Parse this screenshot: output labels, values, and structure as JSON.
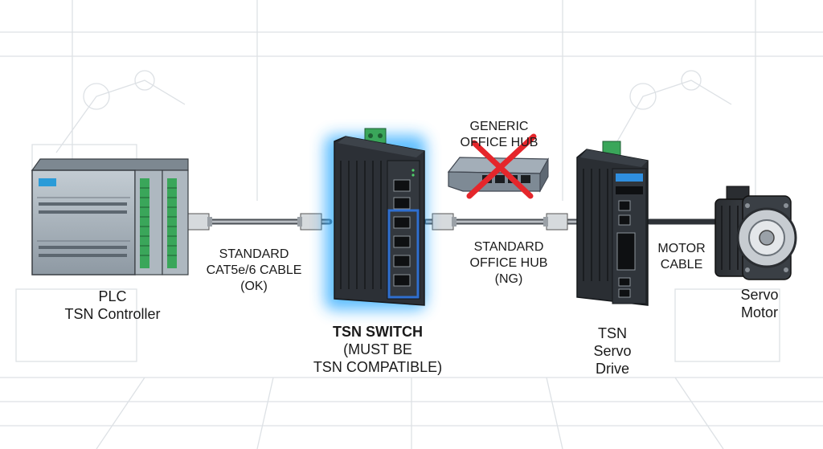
{
  "labels": {
    "plc": [
      "PLC",
      "TSN Controller"
    ],
    "cable_ok": [
      "STANDARD",
      "CAT5e/6 CABLE",
      "(OK)"
    ],
    "tsn_switch_title": "TSN SWITCH",
    "tsn_switch_note": [
      "(MUST BE",
      "TSN COMPATIBLE)"
    ],
    "generic_hub": [
      "GENERIC",
      "OFFICE HUB"
    ],
    "hub_ng": [
      "STANDARD",
      "OFFICE HUB",
      "(NG)"
    ],
    "servo_drive": [
      "TSN",
      "Servo",
      "Drive"
    ],
    "motor_cable": [
      "MOTOR",
      "CABLE"
    ],
    "servo_motor": [
      "Servo",
      "Motor"
    ]
  },
  "colors": {
    "glow": "#29a9ff",
    "device_dark": "#2c3036",
    "plc_body": "#a9b4bd",
    "terminal_green": "#3aa65a",
    "cross_red": "#e5262b",
    "port_blue": "#2f6fd0"
  },
  "icons": {
    "plc": "plc-controller-icon",
    "switch": "tsn-switch-icon",
    "hub": "office-hub-icon",
    "drive": "servo-drive-icon",
    "motor": "servo-motor-icon",
    "cross": "cross-mark-icon"
  }
}
